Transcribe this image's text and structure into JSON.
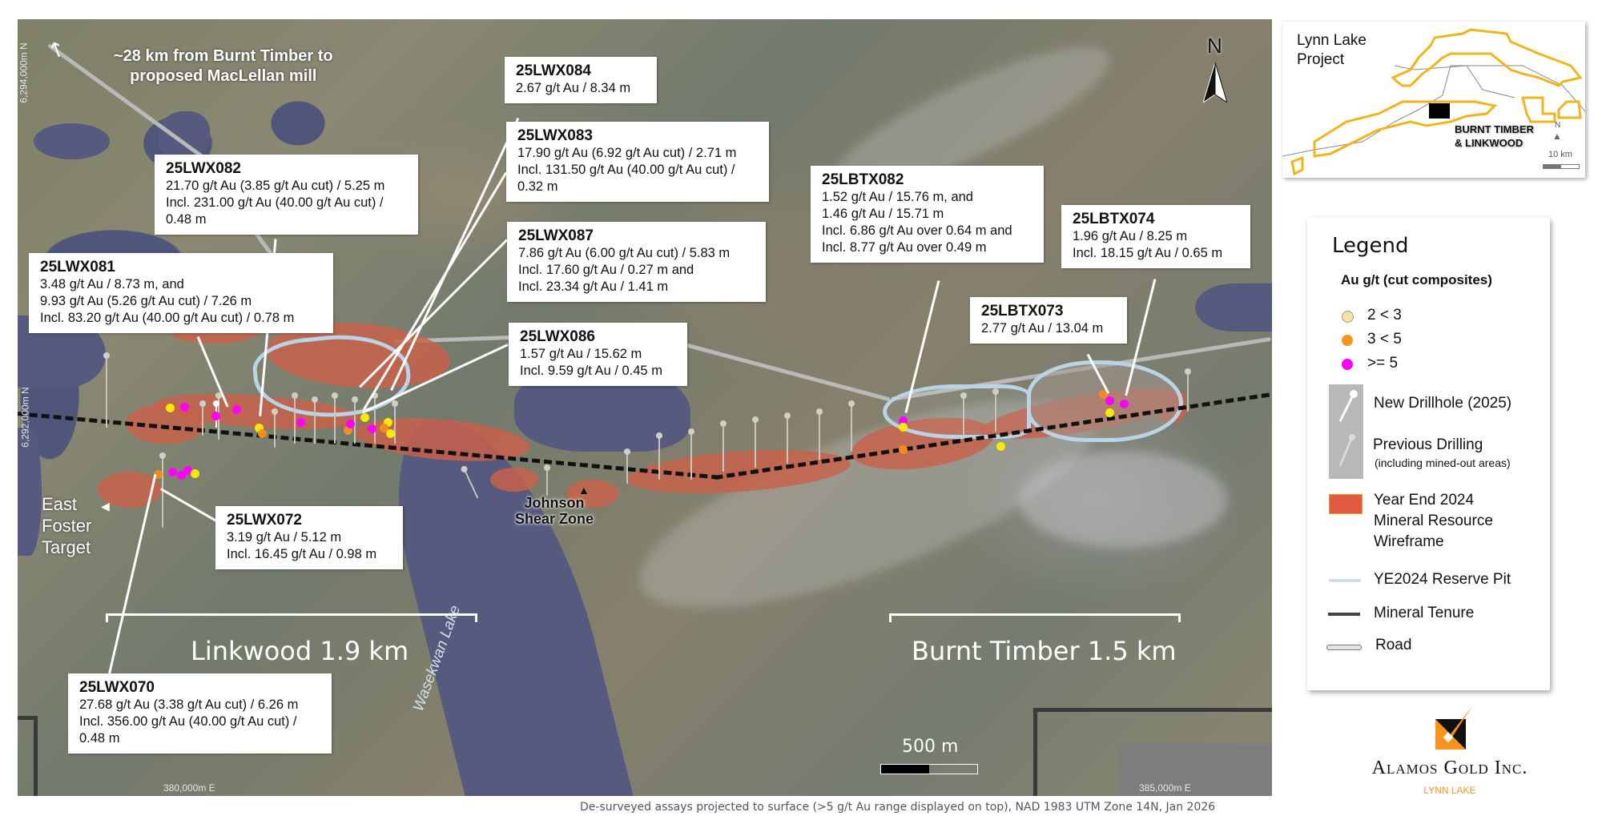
{
  "map": {
    "note_mill": [
      "~28 km from Burnt Timber to",
      "proposed MacLellan mill"
    ],
    "north_label": "N",
    "coords": {
      "northing_top": "6,294,000m N",
      "northing_mid": "6,292,000m N",
      "easting_left": "380,000m E",
      "easting_right": "385,000m E"
    },
    "labels": {
      "east_foster": [
        "East",
        "Foster",
        "Target"
      ],
      "johnson": [
        "Johnson",
        "Shear Zone"
      ],
      "lake": "Wasekwan Lake",
      "linkwood": "Linkwood 1.9 km",
      "burnt_timber": "Burnt Timber 1.5 km",
      "scale": "500 m"
    },
    "callouts": [
      {
        "id": "25LWX084",
        "lines": [
          "2.67 g/t Au / 8.34 m"
        ]
      },
      {
        "id": "25LWX083",
        "lines": [
          "17.90 g/t Au (6.92 g/t Au cut) / 2.71 m",
          "Incl. 131.50 g/t Au (40.00 g/t Au cut) /",
          "0.32 m"
        ]
      },
      {
        "id": "25LWX082",
        "lines": [
          "21.70 g/t Au (3.85 g/t Au cut) / 5.25 m",
          "Incl. 231.00 g/t Au (40.00 g/t Au cut) /",
          "0.48 m"
        ]
      },
      {
        "id": "25LWX087",
        "lines": [
          "7.86 g/t Au (6.00 g/t Au cut) / 5.83 m",
          "Incl. 17.60 g/t Au / 0.27 m and",
          "Incl. 23.34 g/t Au / 1.41 m"
        ]
      },
      {
        "id": "25LWX081",
        "lines": [
          "3.48 g/t Au / 8.73 m, and",
          "9.93 g/t Au (5.26 g/t Au cut) / 7.26 m",
          "Incl. 83.20 g/t Au (40.00 g/t Au cut) / 0.78 m"
        ]
      },
      {
        "id": "25LWX086",
        "lines": [
          "1.57 g/t Au / 15.62 m",
          "Incl. 9.59 g/t Au / 0.45 m"
        ]
      },
      {
        "id": "25LBTX082",
        "lines": [
          "1.52 g/t Au / 15.76 m, and",
          "1.46 g/t Au / 15.71 m",
          "Incl. 6.86 g/t Au over 0.64 m and",
          "Incl. 8.77 g/t Au over 0.49 m"
        ]
      },
      {
        "id": "25LBTX074",
        "lines": [
          "1.96 g/t Au / 8.25 m",
          "Incl. 18.15 g/t Au / 0.65 m"
        ]
      },
      {
        "id": "25LBTX073",
        "lines": [
          "2.77 g/t Au / 13.04 m"
        ]
      },
      {
        "id": "25LWX072",
        "lines": [
          "3.19 g/t Au / 5.12 m",
          "Incl. 16.45 g/t Au / 0.98 m"
        ]
      },
      {
        "id": "25LWX070",
        "lines": [
          "27.68 g/t Au (3.38 g/t Au cut) / 6.26 m",
          "Incl. 356.00 g/t Au (40.00 g/t Au cut) /",
          "0.48 m"
        ]
      }
    ]
  },
  "inset": {
    "title": [
      "Lynn Lake",
      "Project"
    ],
    "site_label": [
      "BURNT TIMBER",
      "& LINKWOOD"
    ],
    "north": "N",
    "scale": "10 km",
    "boundary_color": "#f2b31b"
  },
  "legend": {
    "title": "Legend",
    "subtitle": "Au g/t (cut composites)",
    "grades": [
      {
        "label": "2 < 3",
        "color": "#f8e4a0"
      },
      {
        "label": "3 < 5",
        "color": "#f7931e"
      },
      {
        "label": ">= 5",
        "color": "#ff00ff"
      }
    ],
    "new_drillhole": "New Drillhole (2025)",
    "previous_drilling": "Previous Drilling",
    "previous_note": "(including mined-out areas)",
    "wireframe": [
      "Year End 2024",
      "Mineral Resource",
      "Wireframe"
    ],
    "wireframe_color": "#e05a40",
    "reserve_pit": "YE2024 Reserve Pit",
    "tenure": "Mineral Tenure",
    "road": "Road"
  },
  "logo": {
    "company": "Alamos Gold Inc.",
    "site": "LYNN LAKE",
    "accent": "#f7931e"
  },
  "footer": "De-surveyed assays projected to surface (>5 g/t Au range displayed on top), NAD 1983 UTM Zone 14N, Jan 2026"
}
